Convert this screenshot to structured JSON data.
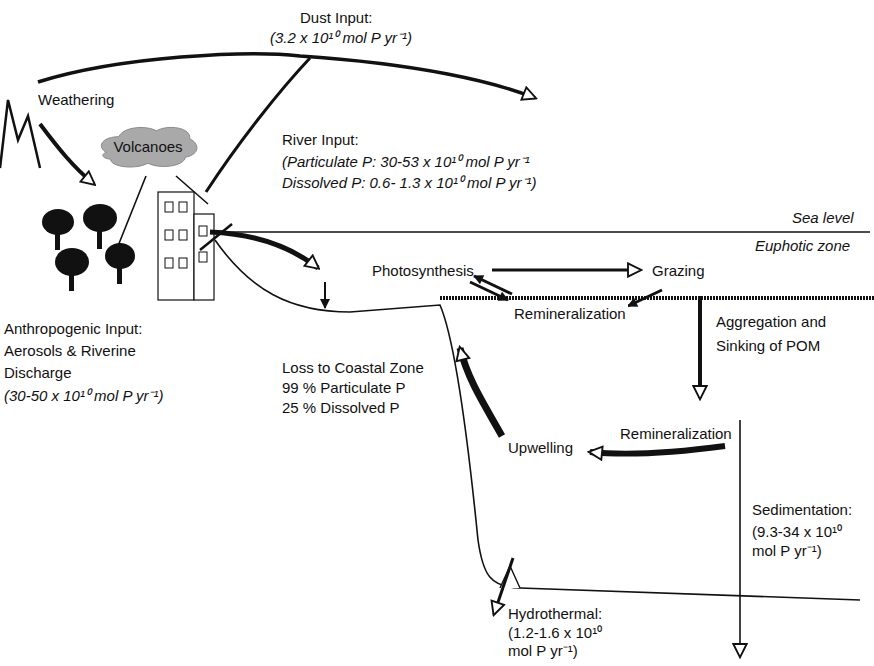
{
  "diagram": {
    "nodes": [
      {
        "text": [
          "Volcanoes"
        ]
      }
    ],
    "labels": [
      "Dust Input:",
      "(3.2 x 10¹⁰ mol P yr⁻¹)",
      "Weathering",
      "River Input:",
      "(Particulate P: 30-53 x 10¹⁰ mol P yr⁻¹",
      "Dissolved P: 0.6- 1.3 x 10¹⁰ mol P yr⁻¹)",
      "Sea level",
      "Euphotic zone",
      "Photosynthesis",
      "Grazing",
      "Remineralization",
      "Aggregation and Sinking of POM",
      "Anthropogenic Input: Aerosols & Riverine Discharge",
      "(30-50 x 10¹⁰ mol P yr⁻¹)",
      "Loss to Coastal Zone",
      "99 % Particulate P",
      "25 % Dissolved P",
      "Upwelling",
      "Remineralization",
      "Sedimentation:",
      "(9.3-34 x 10¹⁰ mol P yr⁻¹)",
      "Hydrothermal:",
      "(1.2-1.6 x 10¹⁰ mol P yr⁻¹)"
    ]
  }
}
